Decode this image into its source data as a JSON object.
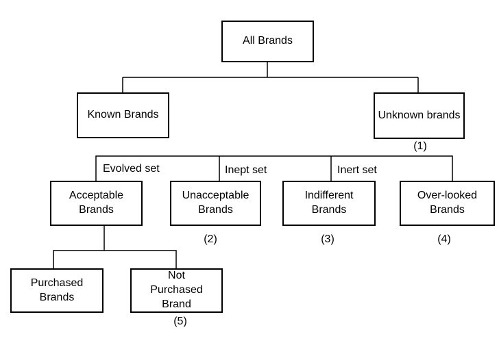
{
  "colors": {
    "background": "#ffffff",
    "box_fill": "#ffffff",
    "box_border": "#000000",
    "line": "#000000",
    "text": "#000000"
  },
  "nodes": {
    "all_brands": {
      "label": "All Brands"
    },
    "known_brands": {
      "label": "Known Brands"
    },
    "unknown_brands": {
      "label": "Unknown brands",
      "footnote": "(1)"
    },
    "acceptable_brands": {
      "label": "Acceptable\nBrands"
    },
    "unacceptable_brands": {
      "label": "Unacceptable\nBrands",
      "footnote": "(2)"
    },
    "indifferent_brands": {
      "label": "Indifferent\nBrands",
      "footnote": "(3)"
    },
    "overlooked_brands": {
      "label": "Over-looked\nBrands",
      "footnote": "(4)"
    },
    "purchased_brands": {
      "label": "Purchased\nBrands"
    },
    "not_purchased_brand": {
      "label": "Not\nPurchased\nBrand",
      "footnote": "(5)"
    }
  },
  "edge_labels": {
    "evolved_set": "Evolved set",
    "inept_set": "Inept set",
    "inert_set": "Inert set"
  }
}
